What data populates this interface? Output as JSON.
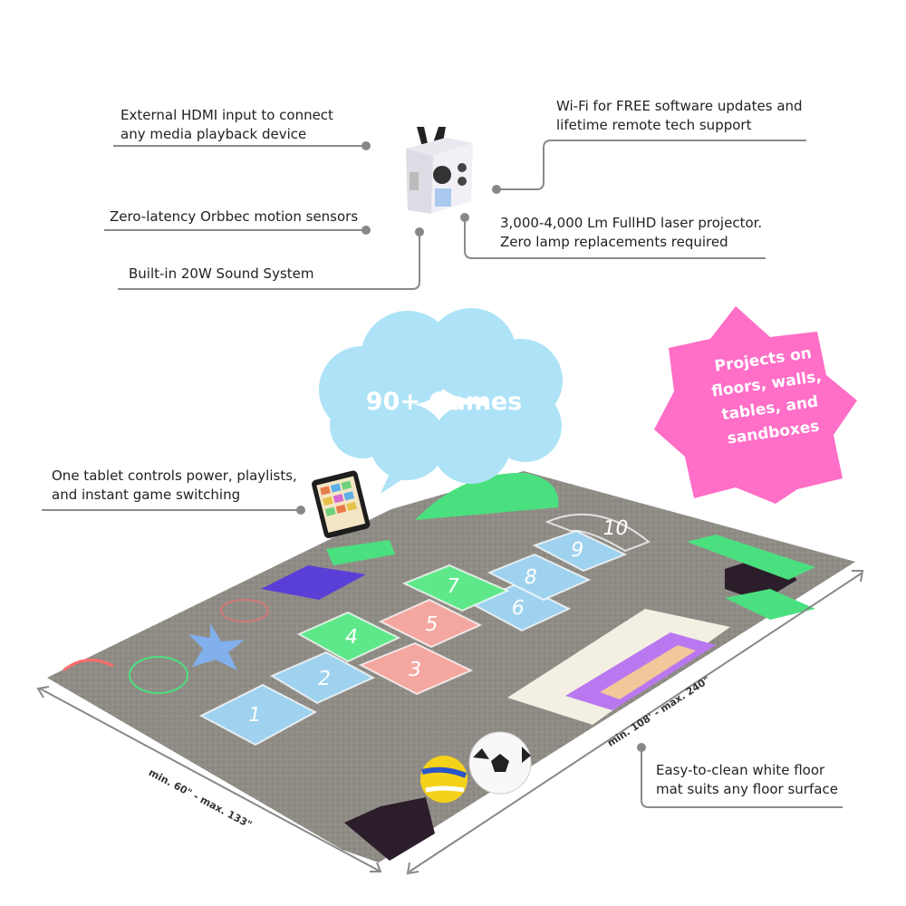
{
  "callouts": {
    "hdmi": "External HDMI input to connect\nany media playback device",
    "wifi": "Wi-Fi for FREE software updates and\nlifetime remote tech support",
    "sensors": "Zero-latency Orbbec motion sensors",
    "projector": "3,000-4,000 Lm FullHD laser projector.\nZero lamp replacements required",
    "sound": "Built-in 20W Sound System",
    "tablet": "One tablet controls power, playlists,\nand instant game switching",
    "mat": "Easy-to-clean white floor\nmat suits any floor surface"
  },
  "cloud": {
    "text": "90+ Games",
    "color": "#aee3f7"
  },
  "badge": {
    "text": "Projects on\nfloors, walls,\ntables, and\nsandboxes",
    "color": "#ff6ec7"
  },
  "dimensions": {
    "width": "min. 60\" - max. 133\"",
    "length": "min. 108' - max. 240\""
  },
  "hopscotch": [
    "1",
    "2",
    "3",
    "4",
    "5",
    "6",
    "7",
    "8",
    "9",
    "10"
  ],
  "colors": {
    "line": "#8a8a8a",
    "dot": "#888888",
    "floor": "#8f8c86",
    "blue_tile": "#9fd2ee",
    "green_tile": "#5fe88a",
    "pink_tile": "#f4a7a0"
  }
}
